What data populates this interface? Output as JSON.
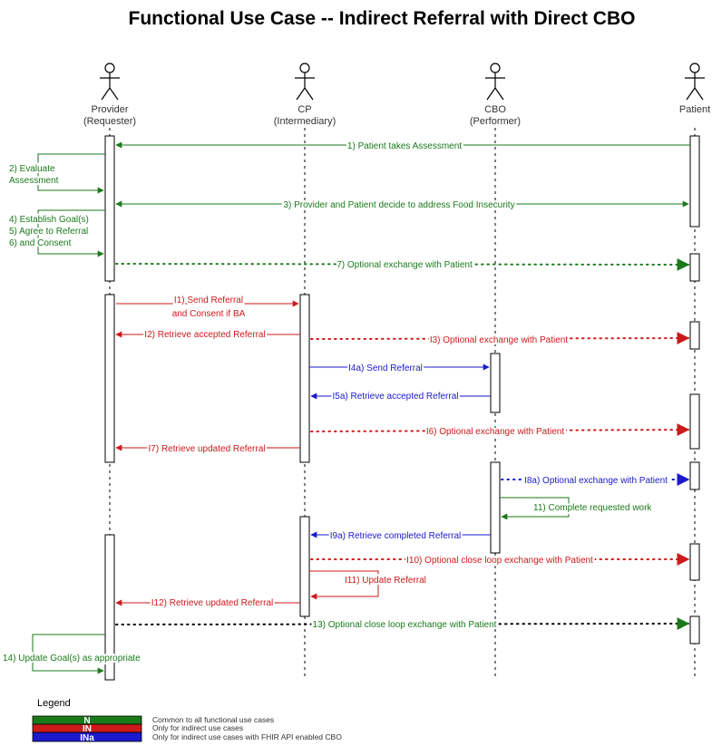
{
  "title": "Functional Use Case -- Indirect Referral with Direct CBO",
  "colors": {
    "green": "#1a7a1a",
    "red": "#cc1a1a",
    "blue": "#1a1acc",
    "line": "#000000"
  },
  "actors": {
    "provider": {
      "name": "Provider",
      "role": "(Requester)"
    },
    "cp": {
      "name": "CP",
      "role": "(Intermediary)"
    },
    "cbo": {
      "name": "CBO",
      "role": "(Performer)"
    },
    "patient": {
      "name": "Patient"
    }
  },
  "messages": {
    "m1": "1) Patient takes Assessment",
    "m2a": "2) Evaluate",
    "m2b": "Assessment",
    "m3": "3) Provider and Patient decide to address Food Insecurity",
    "m4": "4) Establish Goal(s)",
    "m5": "5) Agree to Referral",
    "m6": "6) and Consent",
    "m7": "7) Optional exchange with Patient",
    "i1a": "I1) Send Referral",
    "i1b": "and Consent if BA",
    "i2": "I2) Retrieve accepted Referral",
    "i3": "I3) Optional exchange with Patient",
    "i4a": "I4a) Send Referral",
    "i5a": "I5a) Retrieve accepted Referral",
    "i6": "I6) Optional exchange with Patient",
    "i7": "I7) Retrieve updated Referral",
    "i8a": "I8a) Optional exchange with Patient",
    "m11": "11) Complete requested work",
    "i9a": "I9a) Retrieve completed Referral",
    "i10": "I10) Optional close loop exchange with Patient",
    "i11": "I11) Update Referral",
    "i12": "I12) Retrieve updated Referral",
    "m13": "13) Optional close loop exchange with Patient",
    "m14": "14) Update Goal(s) as appropriate"
  },
  "legend": {
    "title": "Legend",
    "items": [
      {
        "code": "N",
        "description": "Common to all functional use cases",
        "color": "#1a7a1a"
      },
      {
        "code": "IN",
        "description": "Only for indirect use cases",
        "color": "#cc1a1a"
      },
      {
        "code": "INa",
        "description": "Only for indirect use cases with FHIR API enabled CBO",
        "color": "#1a1acc"
      }
    ]
  }
}
